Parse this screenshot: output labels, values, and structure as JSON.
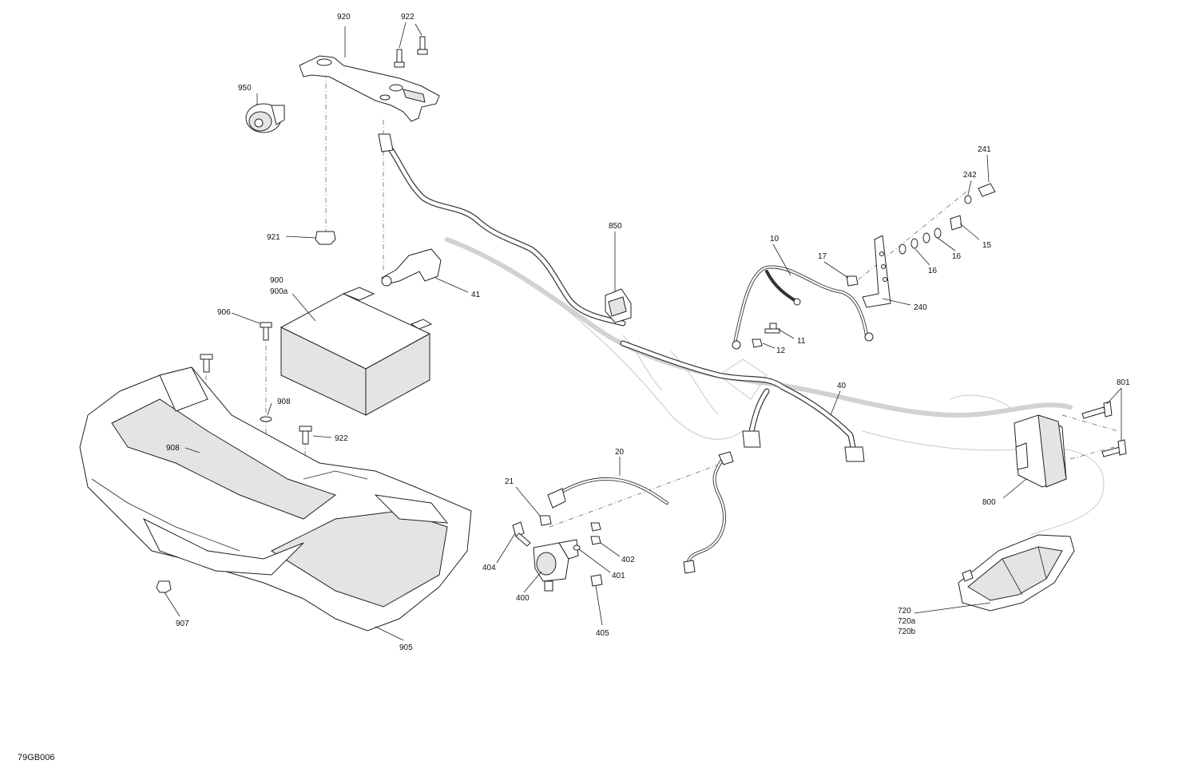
{
  "diagram": {
    "reference_code": "79GB006",
    "callouts": {
      "c920": "920",
      "c922a": "922",
      "c950": "950",
      "c921": "921",
      "c900": "900",
      "c900a": "900a",
      "c41": "41",
      "c906": "906",
      "c908a": "908",
      "c922b": "922",
      "c908b": "908",
      "c907": "907",
      "c905": "905",
      "c850": "850",
      "c241": "241",
      "c242": "242",
      "c15": "15",
      "c16a": "16",
      "c16b": "16",
      "c10": "10",
      "c17": "17",
      "c240": "240",
      "c11": "11",
      "c12": "12",
      "c40": "40",
      "c801": "801",
      "c800": "800",
      "c20": "20",
      "c21": "21",
      "c402": "402",
      "c401": "401",
      "c404": "404",
      "c400": "400",
      "c405": "405",
      "c720": "720",
      "c720a": "720a",
      "c720b": "720b"
    }
  }
}
